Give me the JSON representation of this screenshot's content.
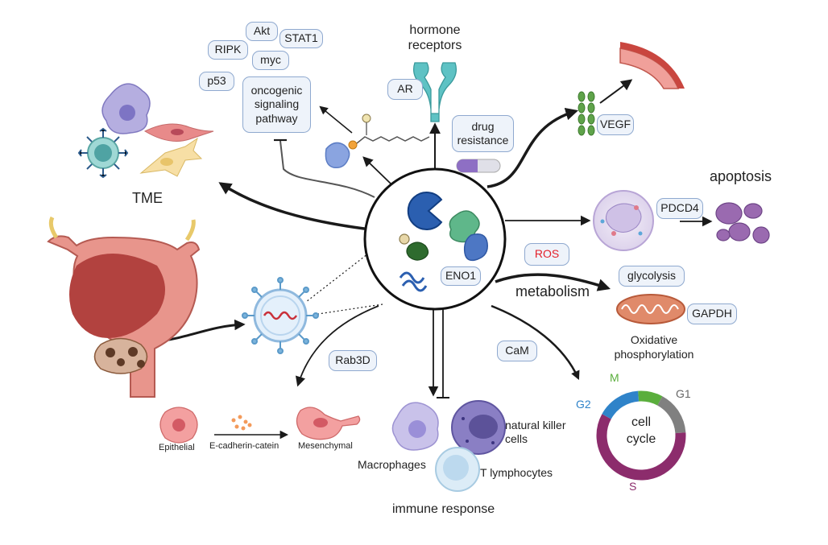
{
  "labels": {
    "hormone_receptors": "hormone\nreceptors",
    "apoptosis": "apoptosis",
    "tme": "TME",
    "metabolism": "metabolism",
    "oxidative_phosphorylation": "Oxidative\nphosphorylation",
    "natural_killer_cells": "natural killer\ncells",
    "macrophages": "Macrophages",
    "t_lymphocytes": "T lymphocytes",
    "immune_response": "immune response",
    "epithelial": "Epithelial",
    "e_cadherin": "E-cadherin-catein",
    "mesenchymal": "Mesenchymal"
  },
  "pills": {
    "akt": "Akt",
    "stat1": "STAT1",
    "ripk": "RIPK",
    "myc": "myc",
    "p53": "p53",
    "oncogenic": "oncogenic\nsignaling\npathway",
    "ar": "AR",
    "drug_resistance": "drug\nresistance",
    "vegf": "VEGF",
    "pdcd4": "PDCD4",
    "ros": "ROS",
    "eno1": "ENO1",
    "glycolysis": "glycolysis",
    "gapdh": "GAPDH",
    "rab3d": "Rab3D",
    "cam": "CaM"
  },
  "cell_cycle": {
    "title": "cell\ncycle",
    "phases": [
      {
        "name": "M",
        "fraction": 0.09,
        "color": "#5aae3c"
      },
      {
        "name": "G1",
        "fraction": 0.16,
        "color": "#808080"
      },
      {
        "name": "S",
        "fraction": 0.59,
        "color": "#8c2c6c"
      },
      {
        "name": "G2",
        "fraction": 0.16,
        "color": "#2f83c9"
      }
    ]
  },
  "colors": {
    "pill_border": "#8fa9cf",
    "pill_fill": "#eef3fa",
    "ros_text": "#e3202a",
    "eno1_blue": "#2b5fb0"
  }
}
